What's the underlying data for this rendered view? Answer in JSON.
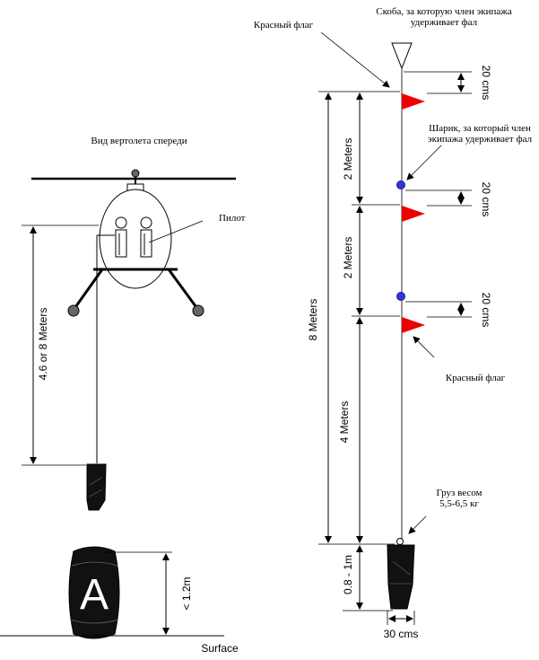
{
  "labels": {
    "front_view": "Вид вертолета спереди",
    "pilot": "Пилот",
    "red_flag_top": "Красный флаг",
    "red_flag_bottom": "Красный флаг",
    "clevis_line1": "Скоба, за которую член экипажа",
    "clevis_line2": "удерживает фал",
    "ball_line1": "Шарик, за который член",
    "ball_line2": "экипажа удерживает фал",
    "weight_line1": "Груз весом",
    "weight_line2": "5,5-6,5 кг",
    "surface": "Surface",
    "target_letter": "A"
  },
  "dimensions": {
    "hover_height": "4.6 or 8 Meters",
    "surface_gap": "< 1.2m",
    "total_length": "8 Meters",
    "seg1": "2 Meters",
    "seg2": "2 Meters",
    "seg3": "4 Meters",
    "weight_gap": "0.8 - 1m",
    "flag_gap_1": "20 cms",
    "flag_gap_2": "20 cms",
    "flag_gap_3": "20 cms",
    "weight_width": "30 cms"
  },
  "colors": {
    "flag": "#ee0000",
    "ball": "#3333dd",
    "ink": "#000000"
  }
}
